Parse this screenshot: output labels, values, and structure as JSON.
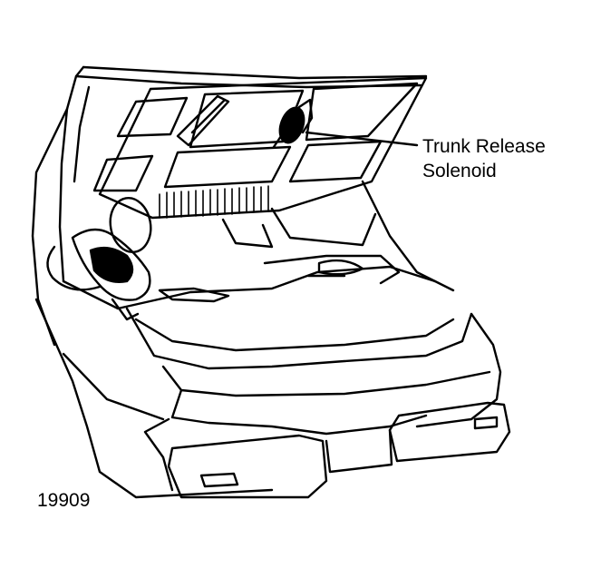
{
  "diagram": {
    "callout": {
      "line1": "Trunk Release",
      "line2": "Solenoid"
    },
    "figure_number": "19909"
  },
  "colors": {
    "ink": "#000000",
    "paper": "#ffffff"
  }
}
